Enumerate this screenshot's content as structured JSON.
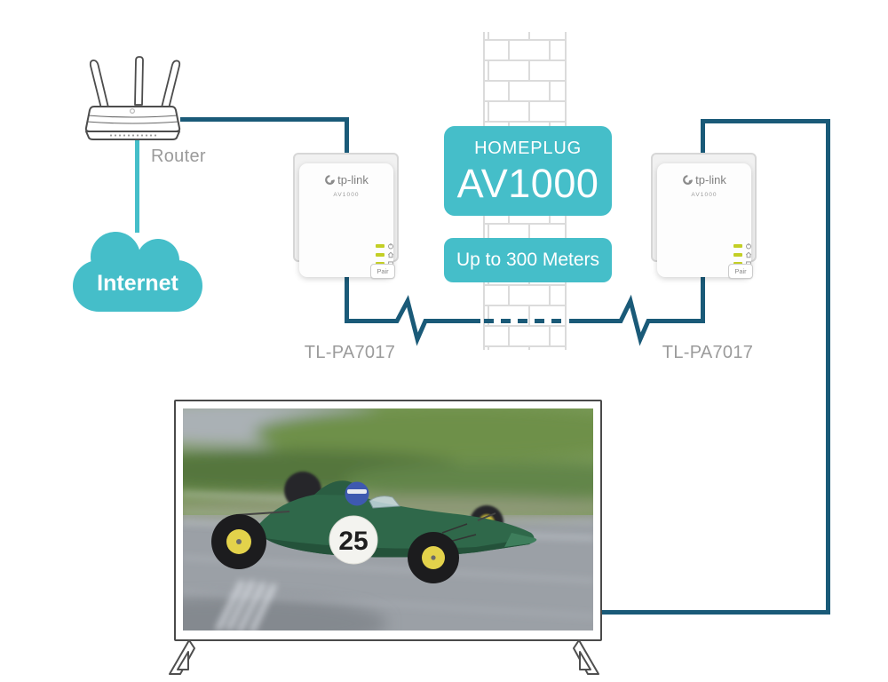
{
  "router": {
    "label": "Router"
  },
  "internet": {
    "label": "Internet"
  },
  "adapter_left": {
    "brand": "tp-link",
    "model": "AV1000",
    "pair": "Pair",
    "caption": "TL-PA7017"
  },
  "adapter_right": {
    "brand": "tp-link",
    "model": "AV1000",
    "pair": "Pair",
    "caption": "TL-PA7017"
  },
  "badge_homeplug": {
    "line1": "HOMEPLUG",
    "line2": "AV1000"
  },
  "badge_range": {
    "label": "Up to 300 Meters"
  },
  "tv": {
    "car_number": "25"
  },
  "colors": {
    "accent_teal": "#45BEC9",
    "powerline_dark": "#1A5A78",
    "label_gray": "#9B9B9B",
    "led_green": "#C3CF25",
    "brick_gray": "#DBDBDB",
    "tv_frame": "#4A4A4A"
  }
}
